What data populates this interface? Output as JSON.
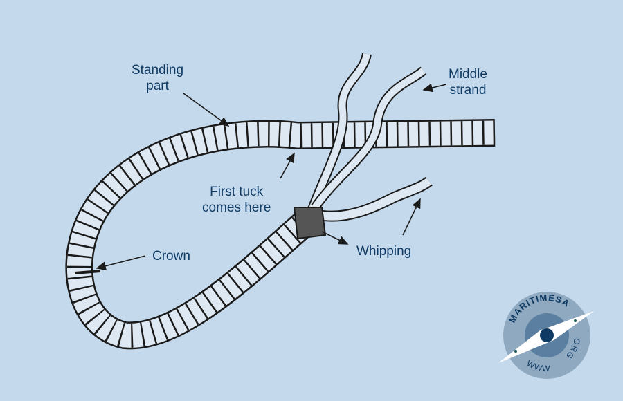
{
  "labels": {
    "standing_part": [
      "Standing",
      "part"
    ],
    "middle_strand": [
      "Middle",
      "strand"
    ],
    "first_tuck": [
      "First tuck",
      "comes here"
    ],
    "crown": "Crown",
    "whipping": "Whipping"
  },
  "logo": {
    "name": "MARITIMESA",
    "suffix": "ORG",
    "prefix": "WWW"
  },
  "colors": {
    "background": "#c4d9ec",
    "label": "#0f3a63",
    "rope_fill": "#dde8f2",
    "rope_line": "#1a1a1a"
  }
}
